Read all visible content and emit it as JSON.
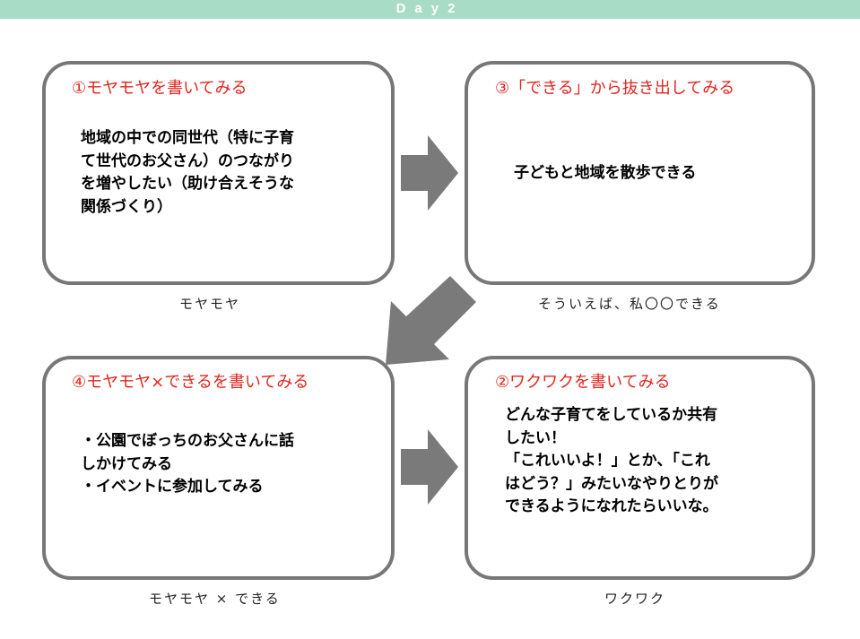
{
  "header": {
    "title": "Day2"
  },
  "panels": [
    {
      "title": "①モヤモヤを書いてみる",
      "body": "地域の中での同世代（特に子育\nて世代のお父さん）のつながり\nを増やしたい（助け合えそうな\n関係づくり）",
      "caption": "モヤモヤ"
    },
    {
      "title": "③「できる」から抜き出してみる",
      "body": "子どもと地域を散歩できる",
      "caption": "そういえば、私〇〇できる"
    },
    {
      "title": "④モヤモヤ×できるを書いてみる",
      "body": "・公園でぼっちのお父さんに話\nしかけてみる\n・イベントに参加してみる",
      "caption": "モヤモヤ × できる"
    },
    {
      "title": "②ワクワクを書いてみる",
      "body": "どんな子育てをしているか共有\nしたい！\n「これいいよ！」とか、「これ\nはどう？」みたいなやりとりが\nできるようになれたらいいな。",
      "caption": "ワクワク"
    }
  ],
  "colors": {
    "header_bg": "#a8dcc6",
    "title_red": "#e0261f",
    "border_gray": "#777777",
    "arrow_gray": "#7a7a7a"
  },
  "arrows": [
    {
      "icon": "arrow-right-icon"
    },
    {
      "icon": "arrow-down-left-icon"
    },
    {
      "icon": "arrow-right-icon"
    }
  ]
}
